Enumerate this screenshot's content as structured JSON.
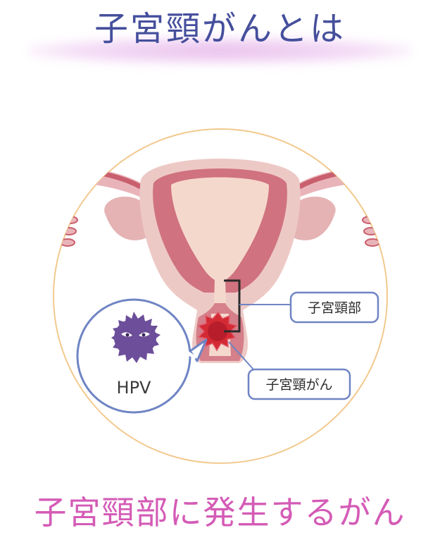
{
  "title": "子宮頸がんとは",
  "subtitle": "子宮頸部に発生するがん",
  "labels": {
    "cervix": "子宮頸部",
    "cervical_cancer": "子宮頸がん",
    "virus": "HPV"
  },
  "colors": {
    "title": "#454f9c",
    "subtitle": "#d45bb6",
    "label_border": "#6f84c4",
    "virus": "#6c4e9a",
    "tumor": "#c42032",
    "circle_outline": "#f2c98e"
  }
}
